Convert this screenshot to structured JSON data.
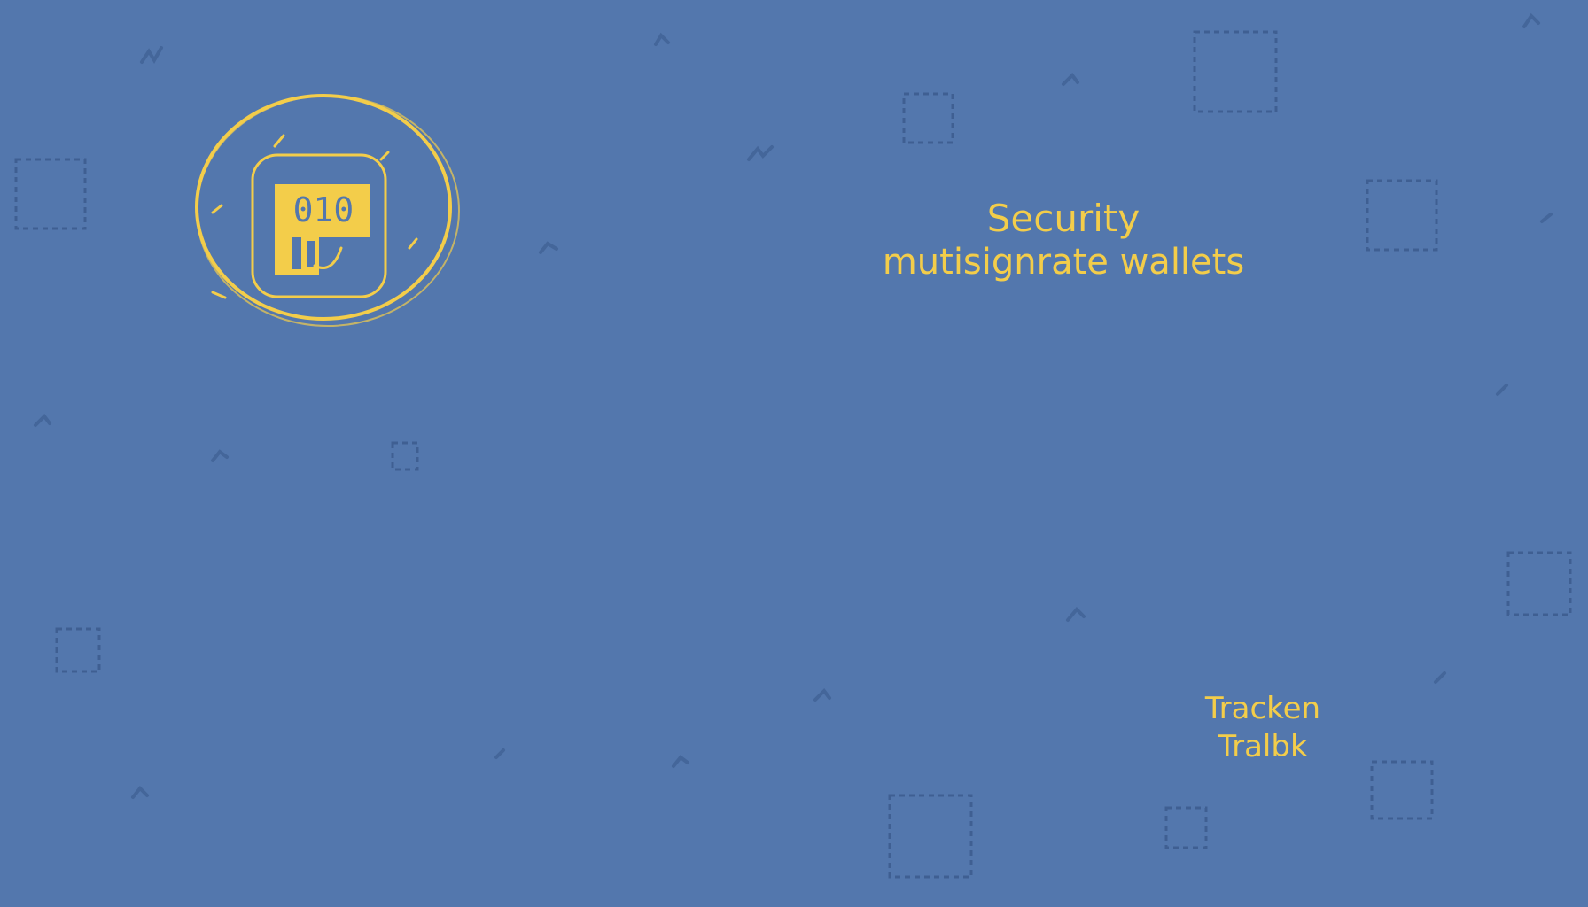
{
  "colors": {
    "background": "#5377ad",
    "accent": "#f3cd4a",
    "faint": "#4a6b9e"
  },
  "title": {
    "line1": "Security",
    "line2": "mutisignrate  wallets"
  },
  "output_label": {
    "line1": "Tracken",
    "line2": "Tralbk"
  },
  "nodes": [
    {
      "id": "chip-node",
      "icon": "chip-icon",
      "text": "010"
    },
    {
      "id": "document-node",
      "icon": "document-icon"
    },
    {
      "id": "multisig-node",
      "icon": "person-safe-icon"
    },
    {
      "id": "wallet-node",
      "icon": "hardware-wallet-icon"
    }
  ]
}
